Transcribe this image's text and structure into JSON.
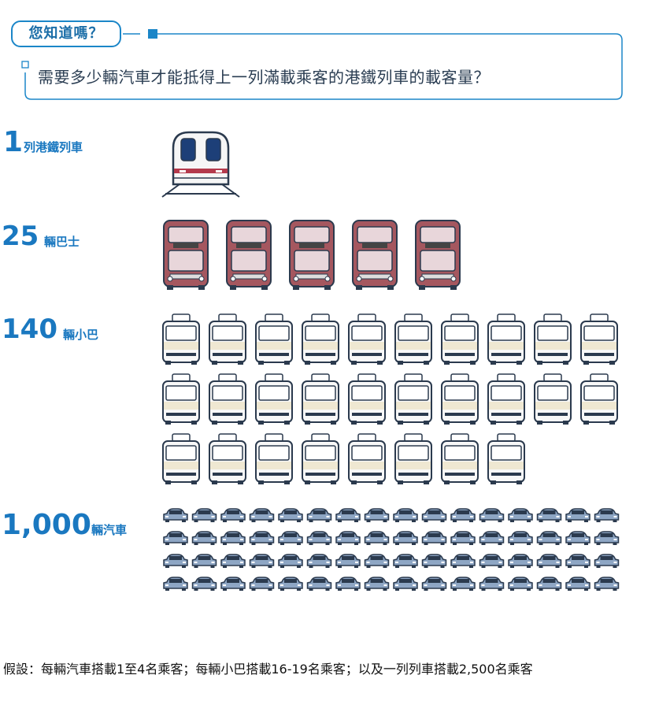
{
  "header": {
    "tag_label": "您知道嗎？",
    "question": "需要多少輛汽車才能抵得上一列滿載乘客的港鐵列車的載客量？"
  },
  "rows": [
    {
      "number": "1",
      "unit": "列港鐵列車",
      "icon": "train-icon",
      "count": 1
    },
    {
      "number": "25",
      "unit": "輛巴士",
      "icon": "bus-icon",
      "count": 5
    },
    {
      "number": "140",
      "unit": "輛小巴",
      "icon": "minibus-icon",
      "count": 28
    },
    {
      "number": "1,000",
      "unit": "輛汽車",
      "icon": "car-icon",
      "count": 64
    }
  ],
  "footer": "假設：每輛汽車搭載1至4名乘客；每輛小巴搭載16-19名乘客；以及一列列車搭載2,500名乘客",
  "colors": {
    "accent": "#1b86c8",
    "number_blue": "#1a78c0",
    "outline": "#2b3a4e",
    "bus_body": "#a5575f",
    "bus_window": "#e8d6da",
    "minibus_band": "#efe8d2",
    "car_body": "#8ea6c4",
    "train_window": "#1d3f78",
    "train_stripe": "#b43a4c"
  }
}
